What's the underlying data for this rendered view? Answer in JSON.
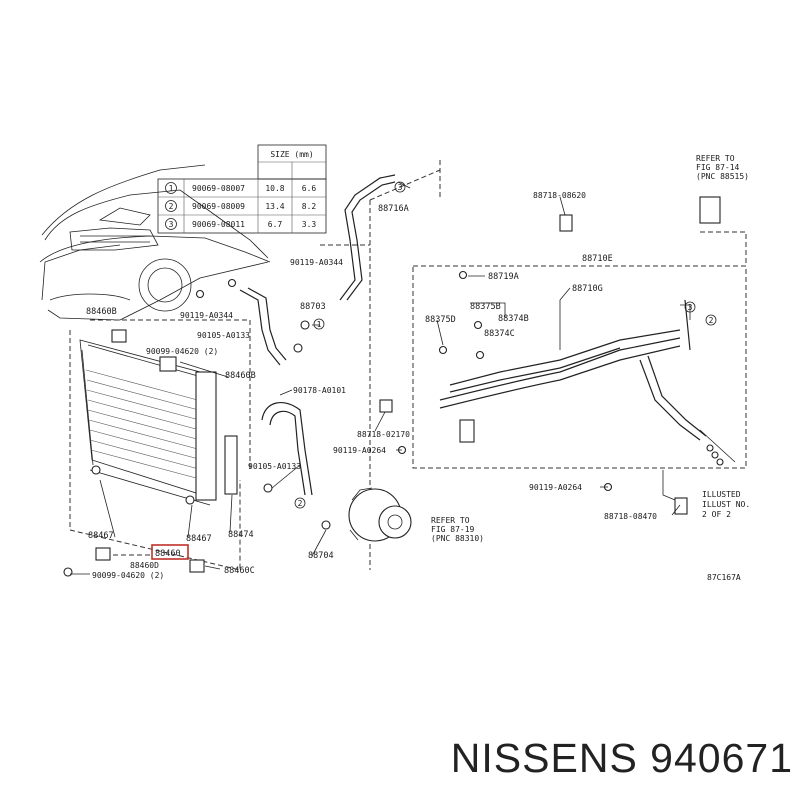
{
  "size_table": {
    "title": "SIZE (mm)",
    "rows": [
      {
        "num": "1",
        "part": "90069-08007",
        "a": "10.8",
        "b": "6.6"
      },
      {
        "num": "2",
        "part": "90069-08009",
        "a": "13.4",
        "b": "8.2"
      },
      {
        "num": "3",
        "part": "90069-08011",
        "a": "6.7",
        "b": "3.3"
      }
    ]
  },
  "labels": {
    "l88716A": "88716A",
    "l88718_08620": "88718-08620",
    "refer_top": [
      "REFER TO",
      "FIG 87-14",
      "(PNC 88515)"
    ],
    "l88710E": "88710E",
    "l90119_A0344a": "90119-A0344",
    "l88719A": "88719A",
    "l88710G": "88710G",
    "l90119_A0344b": "90119-A0344",
    "l88703": "88703",
    "l88460B_top": "88460B",
    "l88375D": "88375D",
    "l88375B": "88375B",
    "l88374B": "88374B",
    "l88374C": "88374C",
    "l90105_A0133a": "90105-A0133",
    "l90099_04620_a": "90099-04620 (2)",
    "l88460B_mid": "88460B",
    "l90178_A0101": "90178-A0101",
    "l88718_02170": "88718-02170",
    "l90119_A0264a": "90119-A0264",
    "l90105_A0133b": "90105-A0133",
    "l90119_A0264b": "90119-A0264",
    "l88467a": "88467",
    "l88467b": "88467",
    "l88474": "88474",
    "l88460": "88460",
    "l88460D": "88460D",
    "l88460C": "88460C",
    "l90099_04620_b": "90099-04620 (2)",
    "l88704": "88704",
    "refer_mid": [
      "REFER TO",
      "FIG 87-19",
      "(PNC 88310)"
    ],
    "l88718_08470": "88718-08470",
    "illust": [
      "ILLUSTED",
      "ILLUST NO.",
      "2 OF 2"
    ],
    "illust_code": "87C167A",
    "c1": "1",
    "c2": "2",
    "c3": "3"
  },
  "brand": "NISSENS 940671"
}
